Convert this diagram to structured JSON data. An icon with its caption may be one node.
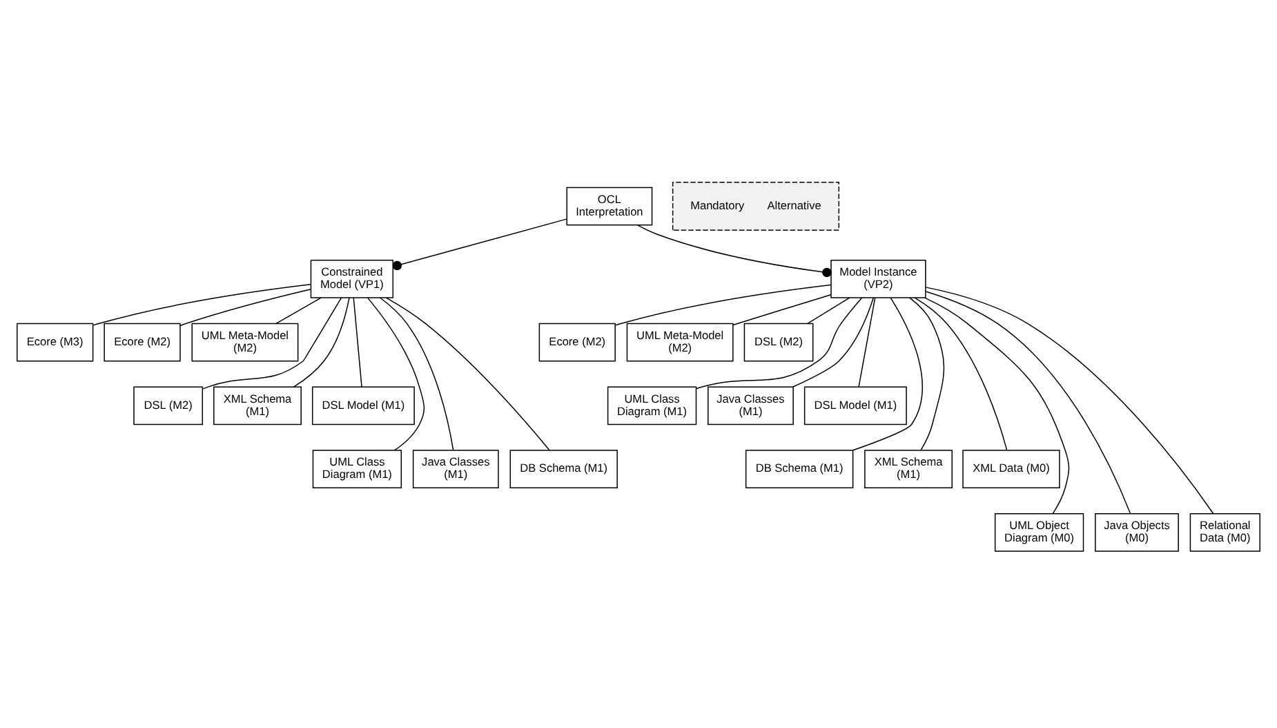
{
  "diagram": {
    "nodes": [
      {
        "text": [
          "OCL Interpretation"
        ]
      },
      {
        "text": [
          "Constrained Model (VP1)"
        ]
      },
      {
        "text": [
          "Model Instance (VP2)"
        ]
      },
      {
        "text": [
          "Ecore (M3)"
        ]
      },
      {
        "text": [
          "Ecore (M2)"
        ]
      },
      {
        "text": [
          "UML Meta-Model (M2)"
        ]
      },
      {
        "text": [
          "DSL (M2)"
        ]
      },
      {
        "text": [
          "XML Schema (M1)"
        ]
      },
      {
        "text": [
          "DSL Model (M1)"
        ]
      },
      {
        "text": [
          "UML Class Diagram (M1)"
        ]
      },
      {
        "text": [
          "Java Classes (M1)"
        ]
      },
      {
        "text": [
          "DB Schema (M1)"
        ]
      },
      {
        "text": [
          "Ecore (M2)"
        ]
      },
      {
        "text": [
          "UML Meta-Model (M2)"
        ]
      },
      {
        "text": [
          "DSL (M2)"
        ]
      },
      {
        "text": [
          "UML Class Diagram (M1)"
        ]
      },
      {
        "text": [
          "Java Classes (M1)"
        ]
      },
      {
        "text": [
          "DSL Model (M1)"
        ]
      },
      {
        "text": [
          "DB Schema (M1)"
        ]
      },
      {
        "text": [
          "XML Schema (M1)"
        ]
      },
      {
        "text": [
          "XML Data (M0)"
        ]
      },
      {
        "text": [
          "UML Object Diagram (M0)"
        ]
      },
      {
        "text": [
          "Java Objects (M0)"
        ]
      },
      {
        "text": [
          "Relational Data (M0)"
        ]
      }
    ],
    "edges": [
      {
        "from": 0,
        "to": 1,
        "arrow": "other"
      },
      {
        "from": 0,
        "to": 2,
        "arrow": "other"
      },
      {
        "from": 1,
        "to": 3,
        "arrow": "none"
      },
      {
        "from": 1,
        "to": 4,
        "arrow": "none"
      },
      {
        "from": 1,
        "to": 5,
        "arrow": "none"
      },
      {
        "from": 1,
        "to": 6,
        "arrow": "none"
      },
      {
        "from": 1,
        "to": 7,
        "arrow": "none"
      },
      {
        "from": 1,
        "to": 8,
        "arrow": "none"
      },
      {
        "from": 1,
        "to": 9,
        "arrow": "none"
      },
      {
        "from": 1,
        "to": 10,
        "arrow": "none"
      },
      {
        "from": 1,
        "to": 11,
        "arrow": "none"
      },
      {
        "from": 2,
        "to": 12,
        "arrow": "none"
      },
      {
        "from": 2,
        "to": 13,
        "arrow": "none"
      },
      {
        "from": 2,
        "to": 14,
        "arrow": "none"
      },
      {
        "from": 2,
        "to": 15,
        "arrow": "none"
      },
      {
        "from": 2,
        "to": 16,
        "arrow": "none"
      },
      {
        "from": 2,
        "to": 17,
        "arrow": "none"
      },
      {
        "from": 2,
        "to": 18,
        "arrow": "none"
      },
      {
        "from": 2,
        "to": 19,
        "arrow": "none"
      },
      {
        "from": 2,
        "to": 20,
        "arrow": "none"
      },
      {
        "from": 2,
        "to": 21,
        "arrow": "none"
      },
      {
        "from": 2,
        "to": 22,
        "arrow": "none"
      },
      {
        "from": 2,
        "to": 23,
        "arrow": "none"
      }
    ],
    "legend": [
      {
        "text": "Mandatory"
      },
      {
        "text": "Alternative"
      }
    ]
  }
}
